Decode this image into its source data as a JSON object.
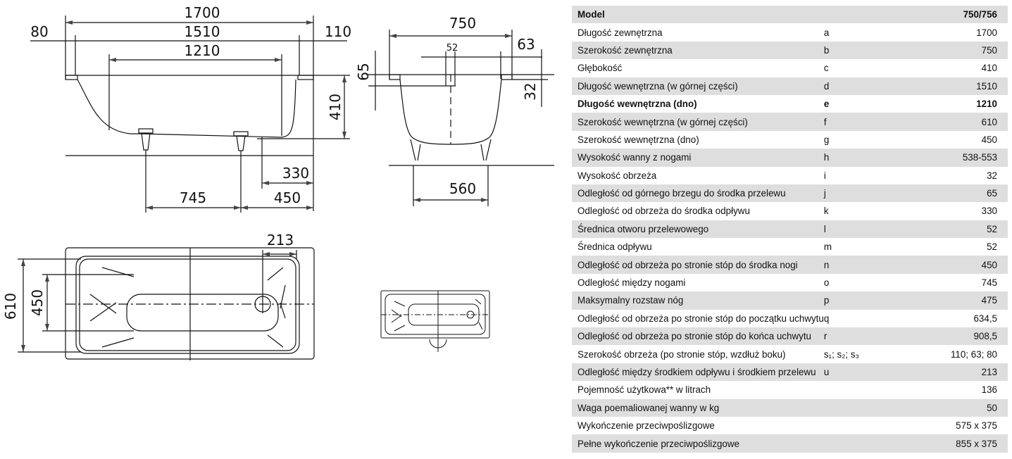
{
  "drawing": {
    "side_view": {
      "total_length": "1700",
      "inner_top_length": "1510",
      "inner_bottom_length": "1210",
      "rim_left": "80",
      "rim_right": "110",
      "depth": "410",
      "drain_offset": "330",
      "leg_spacing": "745",
      "leg_offset": "450"
    },
    "front_view": {
      "width": "750",
      "overflow_diameter": "52",
      "rim_width": "63",
      "overflow_height": "65",
      "rim_height": "32",
      "leg_spread": "560"
    },
    "top_view": {
      "drain_to_overflow": "213",
      "inner_top_width": "610",
      "inner_bottom_width": "450"
    }
  },
  "table": {
    "header": {
      "label": "Model",
      "value": "750/756"
    },
    "rows": [
      {
        "label": "Długość zewnętrzna",
        "key": "a",
        "value": "1700"
      },
      {
        "label": "Szerokość zewnętrzna",
        "key": "b",
        "value": "750"
      },
      {
        "label": "Głębokość",
        "key": "c",
        "value": "410"
      },
      {
        "label": "Długość wewnętrzna (w górnej części)",
        "key": "d",
        "value": "1510"
      },
      {
        "label": "Długość wewnętrzna (dno)",
        "key": "e",
        "value": "1210"
      },
      {
        "label": "Szerokość wewnętrzna (w górnej części)",
        "key": "f",
        "value": "610"
      },
      {
        "label": "Szerokość wewnętrzna (dno)",
        "key": "g",
        "value": "450"
      },
      {
        "label": "Wysokość wanny z nogami",
        "key": "h",
        "value": "538-553"
      },
      {
        "label": "Wysokość obrzeża",
        "key": "i",
        "value": "32"
      },
      {
        "label": "Odległość od górnego brzegu do środka przelewu",
        "key": "j",
        "value": "65"
      },
      {
        "label": "Odległość od obrzeża do środka odpływu",
        "key": "k",
        "value": "330"
      },
      {
        "label": "Średnica otworu przelewowego",
        "key": "l",
        "value": "52"
      },
      {
        "label": "Średnica odpływu",
        "key": "m",
        "value": "52"
      },
      {
        "label": "Odległość od obrzeża po stronie stóp do środka nogi",
        "key": "n",
        "value": "450"
      },
      {
        "label": "Odległość między nogami",
        "key": "o",
        "value": "745"
      },
      {
        "label": "Maksymalny rozstaw nóg",
        "key": "p",
        "value": "475"
      },
      {
        "label": "Odległość od obrzeża po stronie stóp do początku uchwytu",
        "key": "q",
        "value": "634,5"
      },
      {
        "label": "Odległość od obrzeża po stronie stóp do końca uchwytu",
        "key": "r",
        "value": "908,5"
      },
      {
        "label": "Szerokość obrzeża (po stronie stóp, wzdłuż boku)",
        "key": "s₁; s₂; s₃",
        "value": "110; 63; 80"
      },
      {
        "label": "Odległość między środkiem odpływu i środkiem przelewu",
        "key": "u",
        "value": "213"
      },
      {
        "label": "Pojemność użytkowa** w litrach",
        "key": "",
        "value": "136"
      },
      {
        "label": "Waga poemaliowanej wanny w kg",
        "key": "",
        "value": "50"
      },
      {
        "label": "Wykończenie przeciwpoślizgowe",
        "key": "",
        "value": "575 x 375"
      },
      {
        "label": "Pełne wykończenie przeciwpoślizgowe",
        "key": "",
        "value": "855 x 375"
      }
    ]
  }
}
